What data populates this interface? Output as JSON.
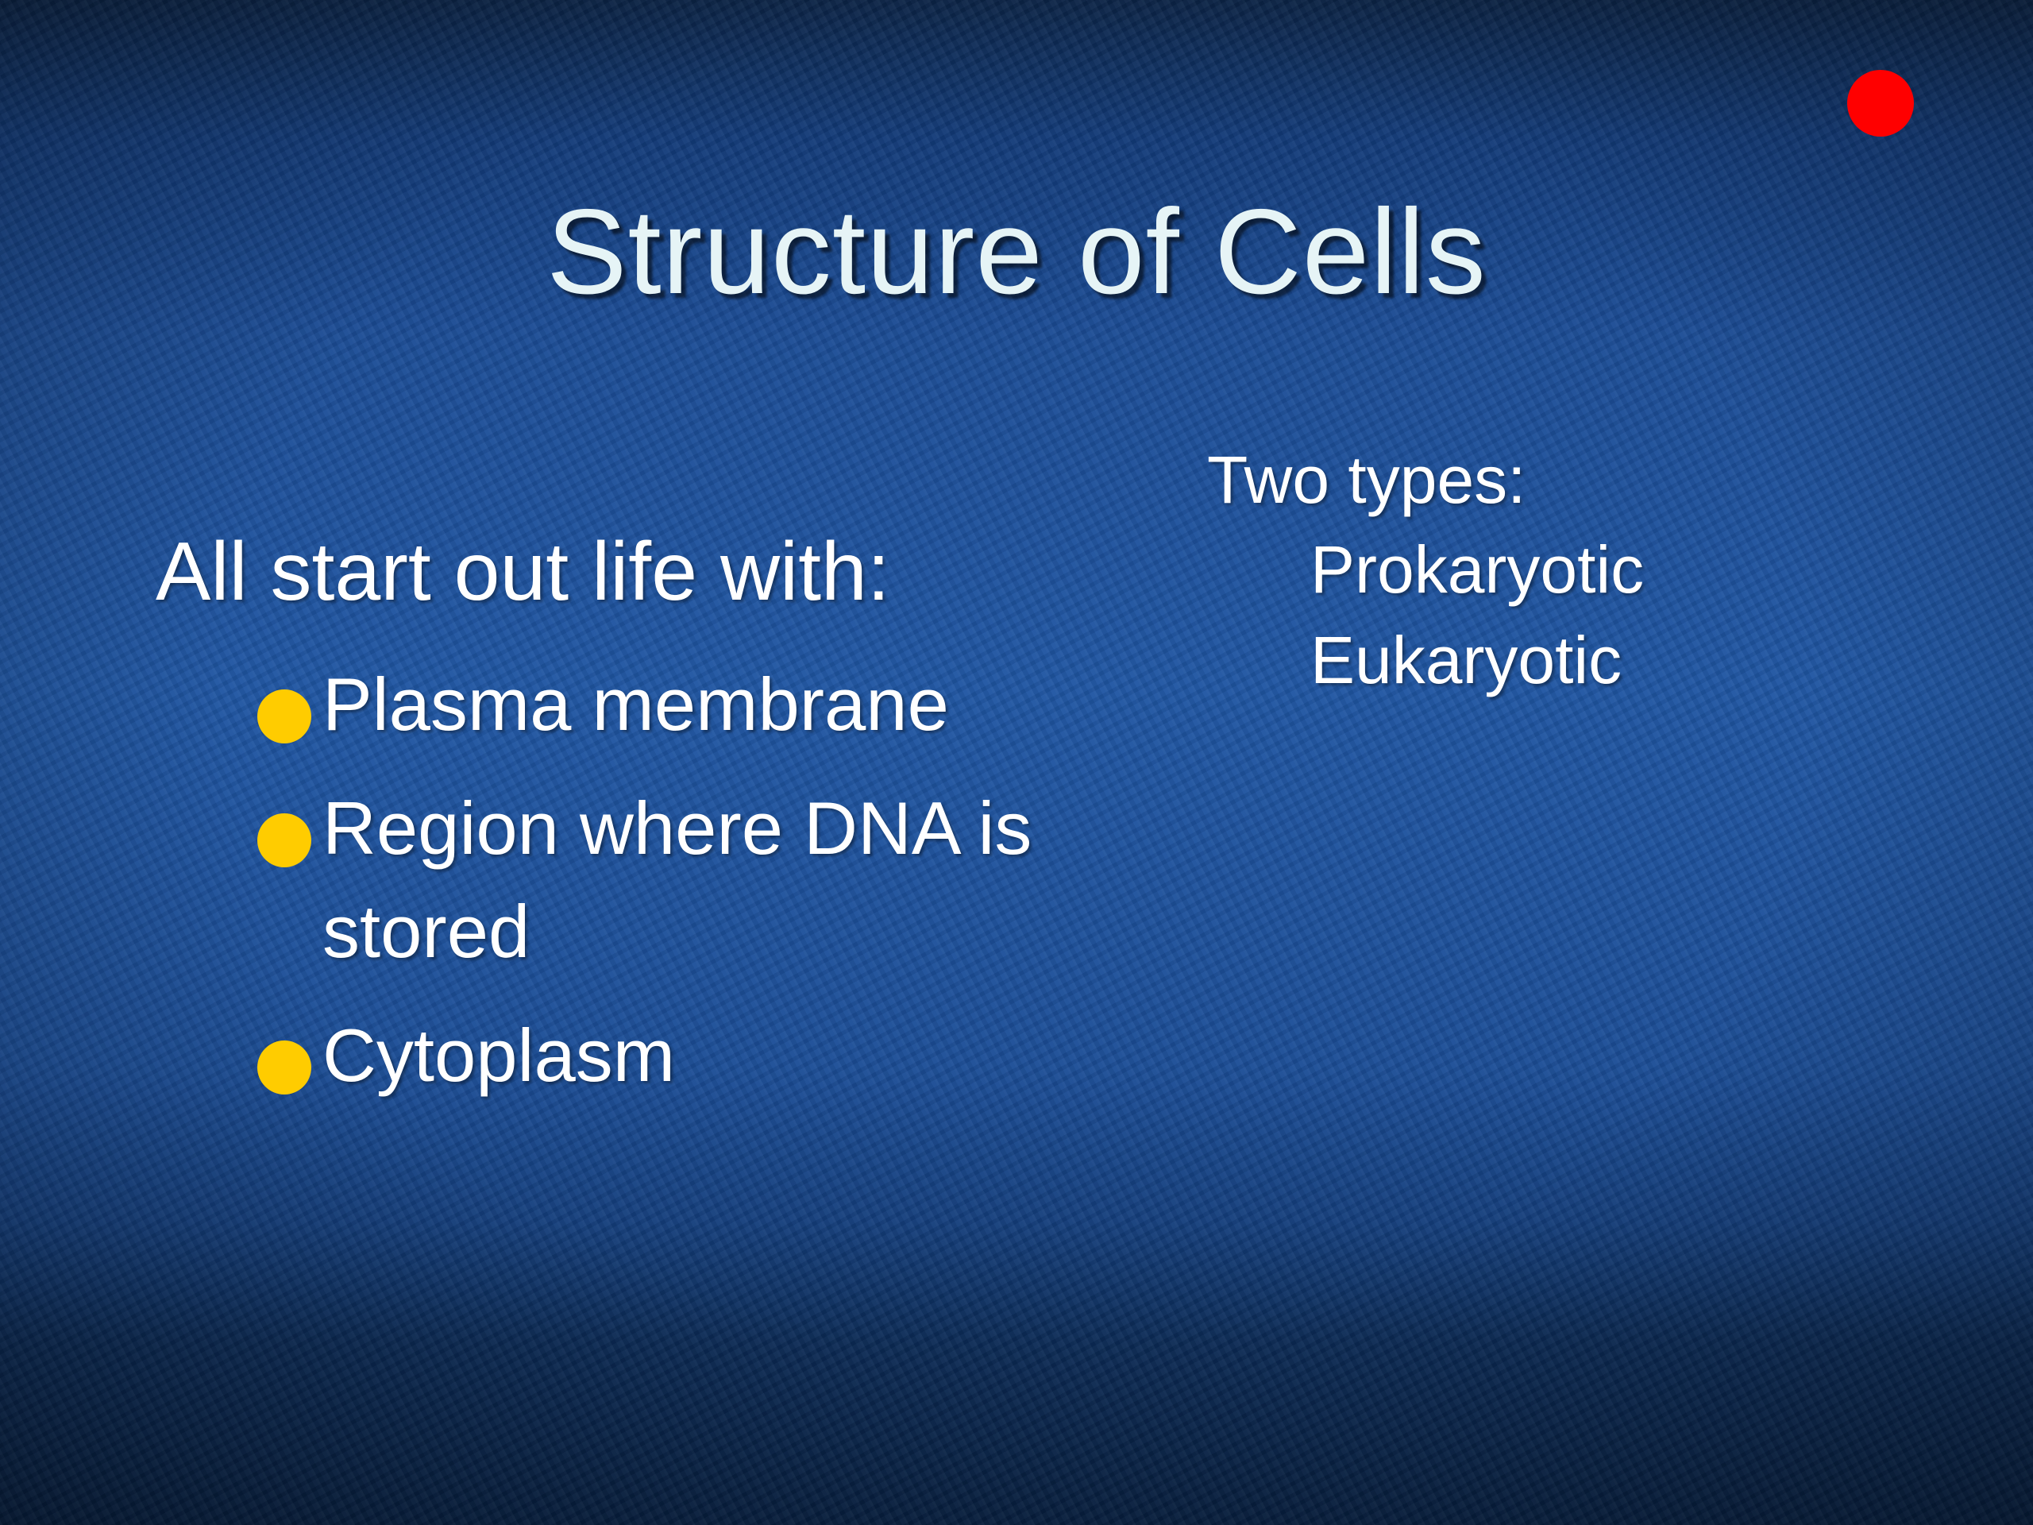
{
  "slide": {
    "title": "Structure of Cells",
    "left": {
      "heading": "All start out life with:",
      "bullets": [
        "Plasma membrane",
        "Region where DNA is stored",
        "Cytoplasm"
      ]
    },
    "right": {
      "heading": "Two types:",
      "types": [
        "Prokaryotic",
        "Eukaryotic"
      ]
    }
  },
  "colors": {
    "background": "#1f55a2",
    "bullet": "#ffcc00",
    "record_indicator": "#ff0000",
    "text": "#ffffff",
    "title": "#e6f4f6"
  }
}
